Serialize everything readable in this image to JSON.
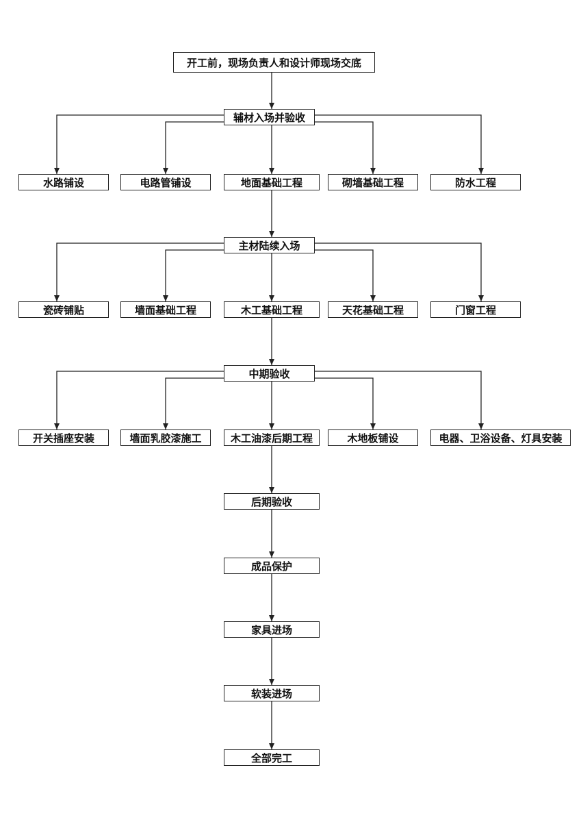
{
  "nodes": {
    "kickoff": "开工前，现场负责人和设计师现场交底",
    "aux_materials": "辅材入场并验收",
    "water": "水路铺设",
    "electrical": "电路管铺设",
    "floor_base": "地面基础工程",
    "masonry": "砌墙基础工程",
    "waterproof": "防水工程",
    "main_materials": "主材陆续入场",
    "tiles": "瓷砖铺贴",
    "wall_base": "墙面基础工程",
    "carpentry_base": "木工基础工程",
    "ceiling_base": "天花基础工程",
    "doors_windows": "门窗工程",
    "mid_inspection": "中期验收",
    "switches": "开关插座安装",
    "latex_paint": "墙面乳胶漆施工",
    "wood_paint": "木工油漆后期工程",
    "wood_floor": "木地板铺设",
    "appliances": "电器、卫浴设备、灯具安装",
    "final_inspection": "后期验收",
    "protection": "成品保护",
    "furniture": "家具进场",
    "soft_furnishing": "软装进场",
    "completion": "全部完工"
  }
}
